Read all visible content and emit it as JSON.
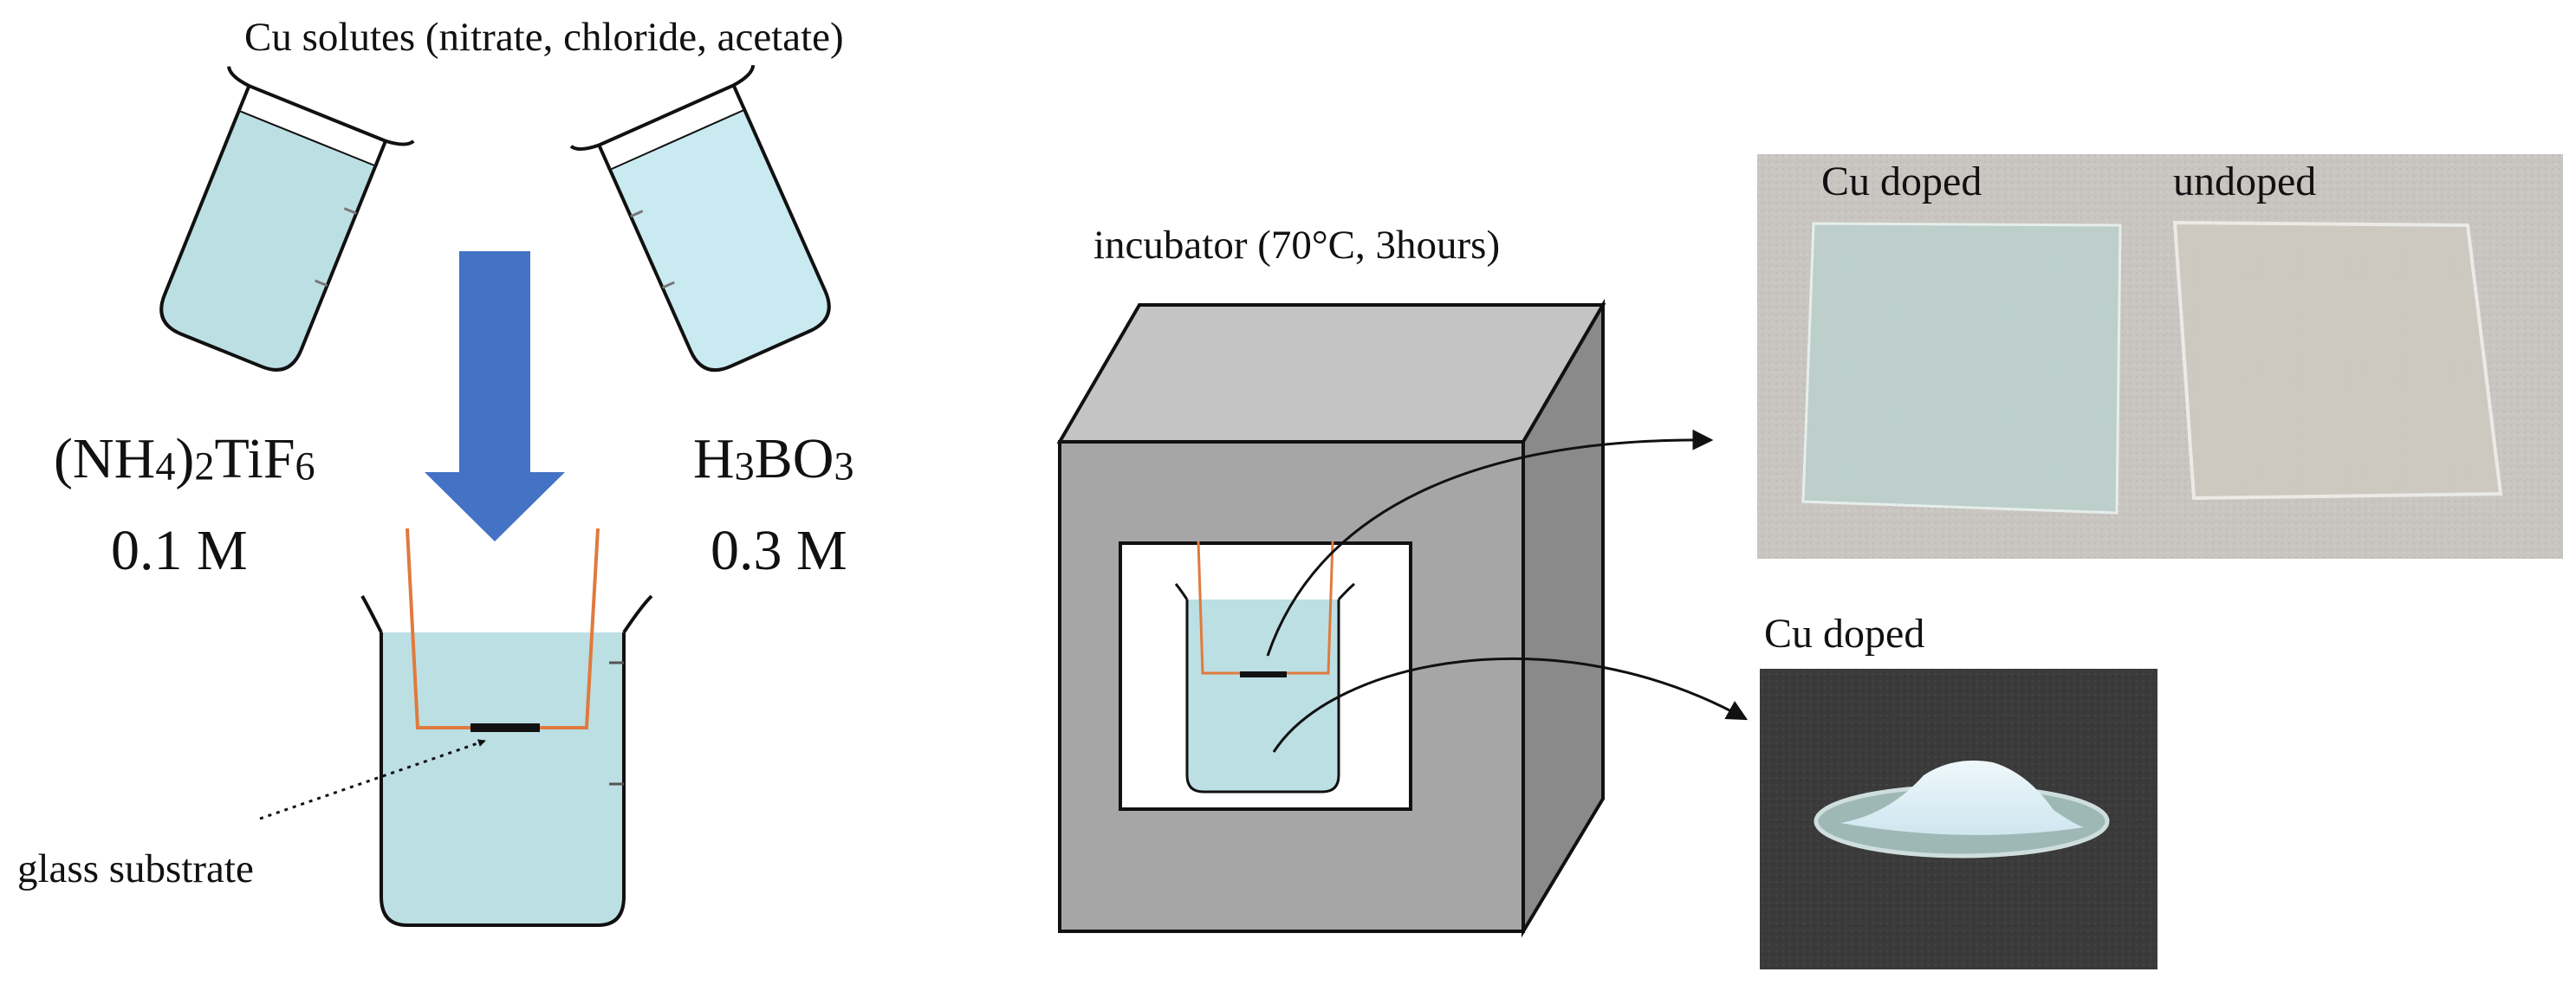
{
  "solutes_title": "Cu solutes (nitrate, chloride, acetate)",
  "left_reagent": {
    "prefix": "(NH",
    "sub1": "4",
    "mid": ")",
    "sub2": "2",
    "tail": "TiF",
    "sub3": "6",
    "conc": "0.1 M"
  },
  "right_reagent": {
    "pre": "H",
    "sub1": "3",
    "mid": "BO",
    "sub2": "3",
    "conc": "0.3 M"
  },
  "substrate_label": "glass substrate",
  "incubator_label": "incubator (70°C, 3hours)",
  "photo_top": {
    "left_label": "Cu doped",
    "right_label": "undoped"
  },
  "photo_bottom": {
    "label": "Cu doped"
  },
  "colors": {
    "solution": "#bcdfe4",
    "solution_light": "#c9eaf0",
    "arrow": "#4472c4",
    "holder": "#e07a3e",
    "incubator_front": "#a6a6a6",
    "incubator_top": "#c4c4c4",
    "incubator_side": "#8a8a8a"
  }
}
